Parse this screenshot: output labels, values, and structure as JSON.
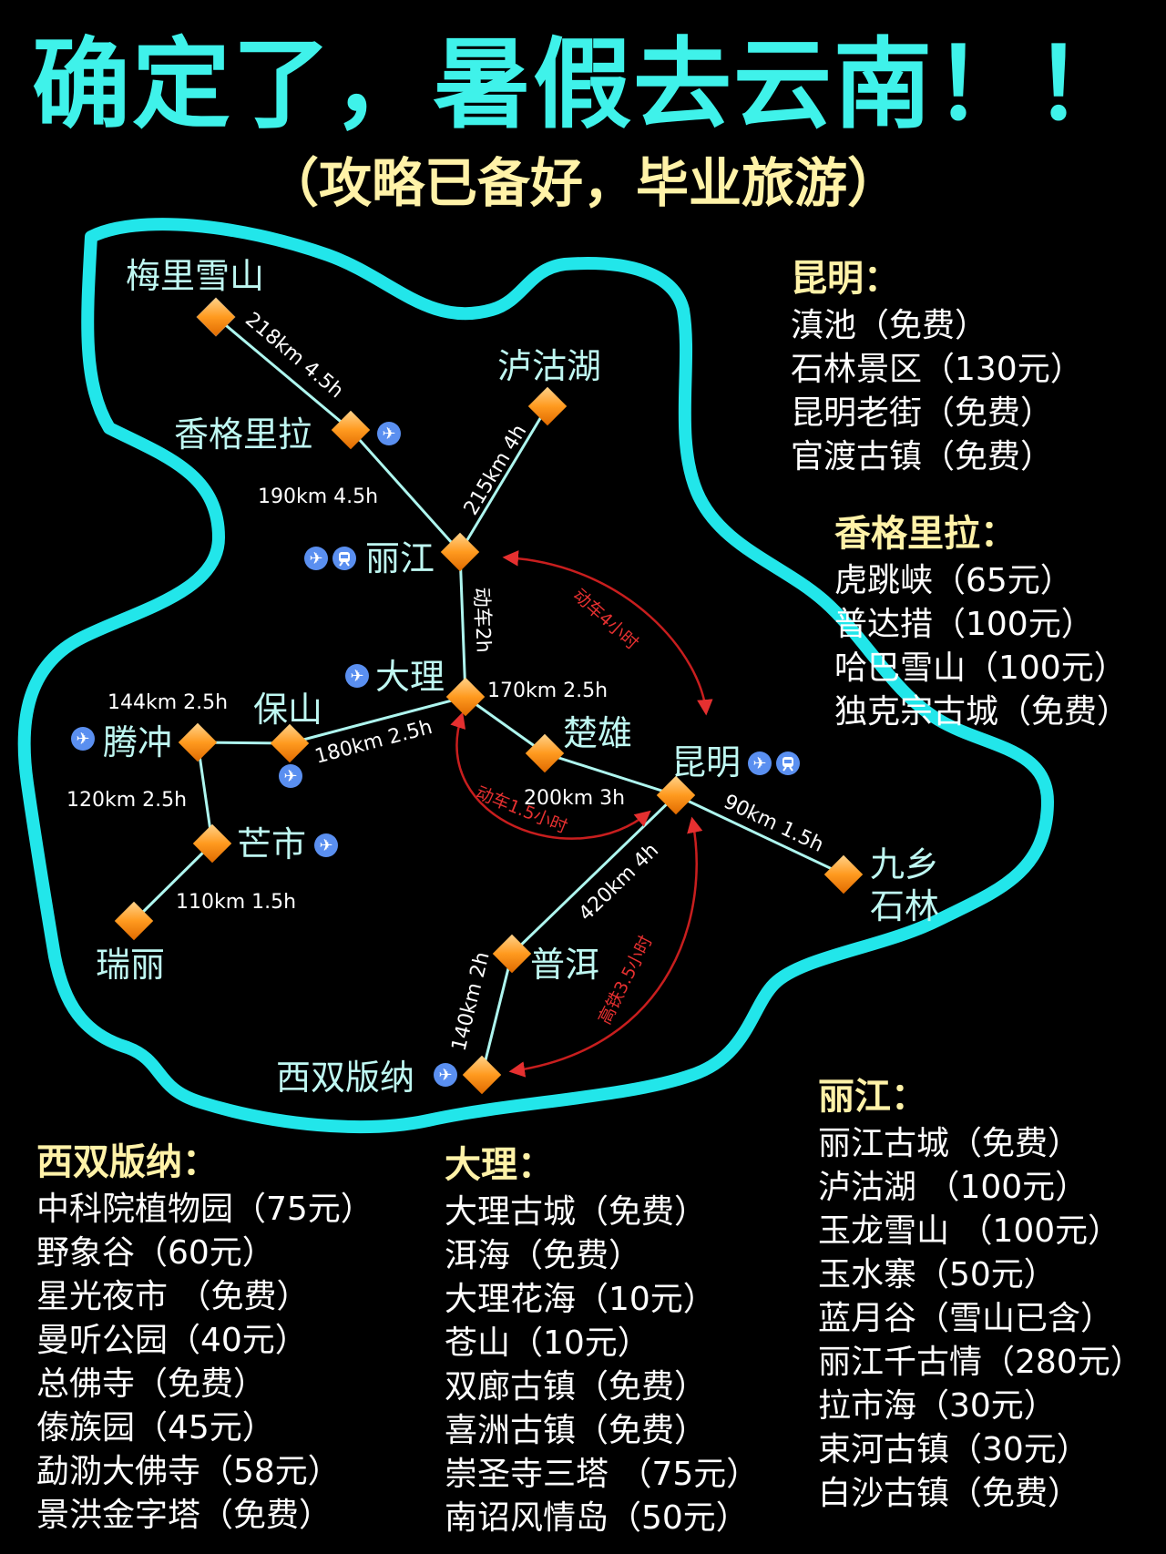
{
  "title": "确定了，暑假去云南！！",
  "subtitle": "（攻略已备好，毕业旅游）",
  "colors": {
    "title": "#3ff2ea",
    "subtitle": "#fff2a8",
    "border": "#22e6ea",
    "route": "#aef6ef",
    "rail": "#e53030",
    "node": "#ff9a1f"
  },
  "map": {
    "cities": {
      "meili": "梅里雪山",
      "shangri": "香格里拉",
      "lugu": "泸沽湖",
      "lijiang": "丽江",
      "dali": "大理",
      "baoshan": "保山",
      "tengchong": "腾冲",
      "chuxiong": "楚雄",
      "kunming": "昆明",
      "mangshi": "芒市",
      "ruili": "瑞丽",
      "jiuxiang1": "九乡",
      "jiuxiang2": "石林",
      "puer": "普洱",
      "xishuang": "西双版纳"
    },
    "distances": {
      "meili_shangri": "218km  4.5h",
      "shangri_lijiang": "190km  4.5h",
      "lugu_lijiang": "215km 4h",
      "lijiang_dali": "动车2h",
      "dali_chuxiong": "170km 2.5h",
      "baoshan_dali": "180km 2.5h",
      "tengchong_baoshan": "144km 2.5h",
      "tengchong_mangshi": "120km 2.5h",
      "mangshi_ruili": "110km 1.5h",
      "chuxiong_kunming": "200km 3h",
      "kunming_jiuxiang": "90km 1.5h",
      "puer_kunming": "420km  4h",
      "xishuang_puer": "140km  2h"
    },
    "rail": {
      "lijiang_kunming": "动车4小时",
      "dali_kunming": "动车1.5小时",
      "xishuang_kunming": "高铁3.5小时"
    },
    "icons": [
      "plane-icon",
      "train-icon",
      "node-diamond-icon"
    ]
  },
  "panels": {
    "kunming": {
      "title": "昆明：",
      "items": [
        "滇池（免费）",
        "石林景区（130元）",
        "昆明老街（免费）",
        "官渡古镇（免费）"
      ]
    },
    "shangri": {
      "title": "香格里拉：",
      "items": [
        "虎跳峡（65元）",
        "普达措（100元）",
        "哈巴雪山（100元）",
        "独克宗古城（免费）"
      ]
    },
    "lijiang": {
      "title": "丽江：",
      "items": [
        "丽江古城（免费）",
        "泸沽湖 （100元）",
        "玉龙雪山 （100元）",
        "玉水寨（50元）",
        "蓝月谷（雪山已含）",
        "丽江千古情（280元）",
        "拉市海（30元）",
        "束河古镇（30元）",
        "白沙古镇（免费）"
      ]
    },
    "xishuang": {
      "title": "西双版纳：",
      "items": [
        "中科院植物园（75元）",
        "野象谷（60元）",
        "星光夜市 （免费）",
        "曼听公园（40元）",
        "总佛寺（免费）",
        "傣族园（45元）",
        "勐泐大佛寺（58元）",
        "景洪金字塔（免费）"
      ]
    },
    "dali": {
      "title": "大理：",
      "items": [
        "大理古城（免费）",
        "洱海（免费）",
        "大理花海（10元）",
        "苍山（10元）",
        "双廊古镇（免费）",
        "喜洲古镇（免费）",
        "崇圣寺三塔 （75元）",
        "南诏风情岛（50元）"
      ]
    }
  }
}
